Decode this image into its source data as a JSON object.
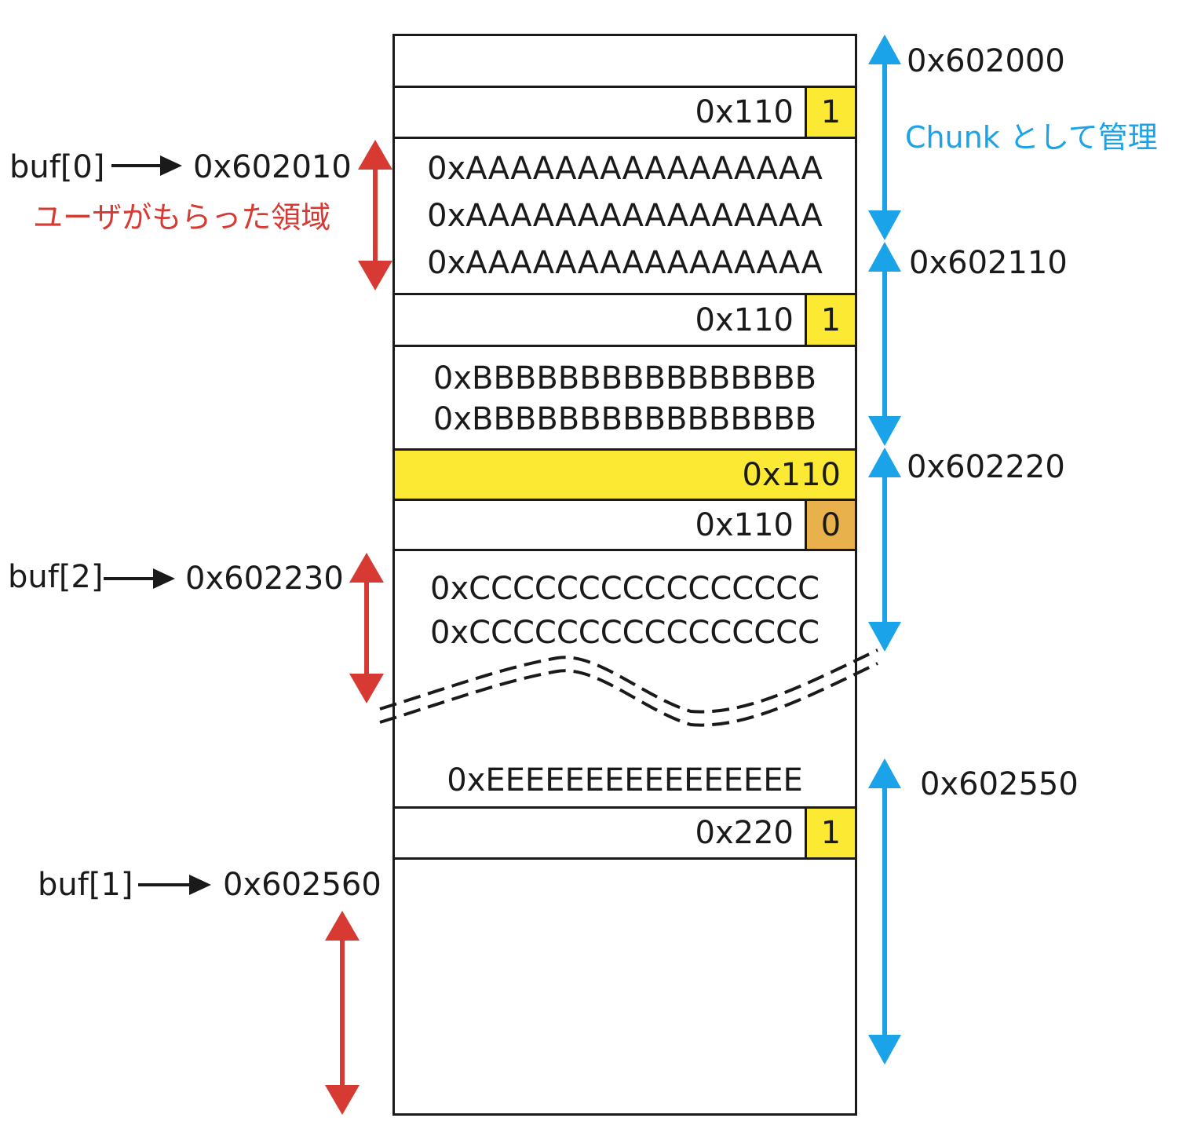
{
  "heap": {
    "chunk0_size": "0x110",
    "chunk0_flag": "1",
    "chunk0_data": [
      "0xAAAAAAAAAAAAAAAA",
      "0xAAAAAAAAAAAAAAAA",
      "0xAAAAAAAAAAAAAAAA"
    ],
    "chunk1_size": "0x110",
    "chunk1_flag": "1",
    "chunk1_data": [
      "0xBBBBBBBBBBBBBBBB",
      "0xBBBBBBBBBBBBBBBB"
    ],
    "prev_size": "0x110",
    "chunk2_size": "0x110",
    "chunk2_flag": "0",
    "chunk2_data": [
      "0xCCCCCCCCCCCCCCCC",
      "0xCCCCCCCCCCCCCCCC"
    ],
    "chunk_e_data": "0xEEEEEEEEEEEEEEEE",
    "chunk3_size": "0x220",
    "chunk3_flag": "1"
  },
  "chunk_addresses": [
    "0x602000",
    "0x602110",
    "0x602220",
    "0x602550"
  ],
  "chunk_note": "Chunk として管理",
  "pointers": [
    {
      "label": "buf[0]",
      "address": "0x602010"
    },
    {
      "label": "buf[2]",
      "address": "0x602230"
    },
    {
      "label": "buf[1]",
      "address": "0x602560"
    }
  ],
  "user_area_note": "ユーザがもらった領域",
  "colors": {
    "in_use_flag": "#fbe934",
    "free_flag": "#e9b14c",
    "user_arrow": "#d63a33",
    "chunk_arrow": "#1aa3e8"
  }
}
